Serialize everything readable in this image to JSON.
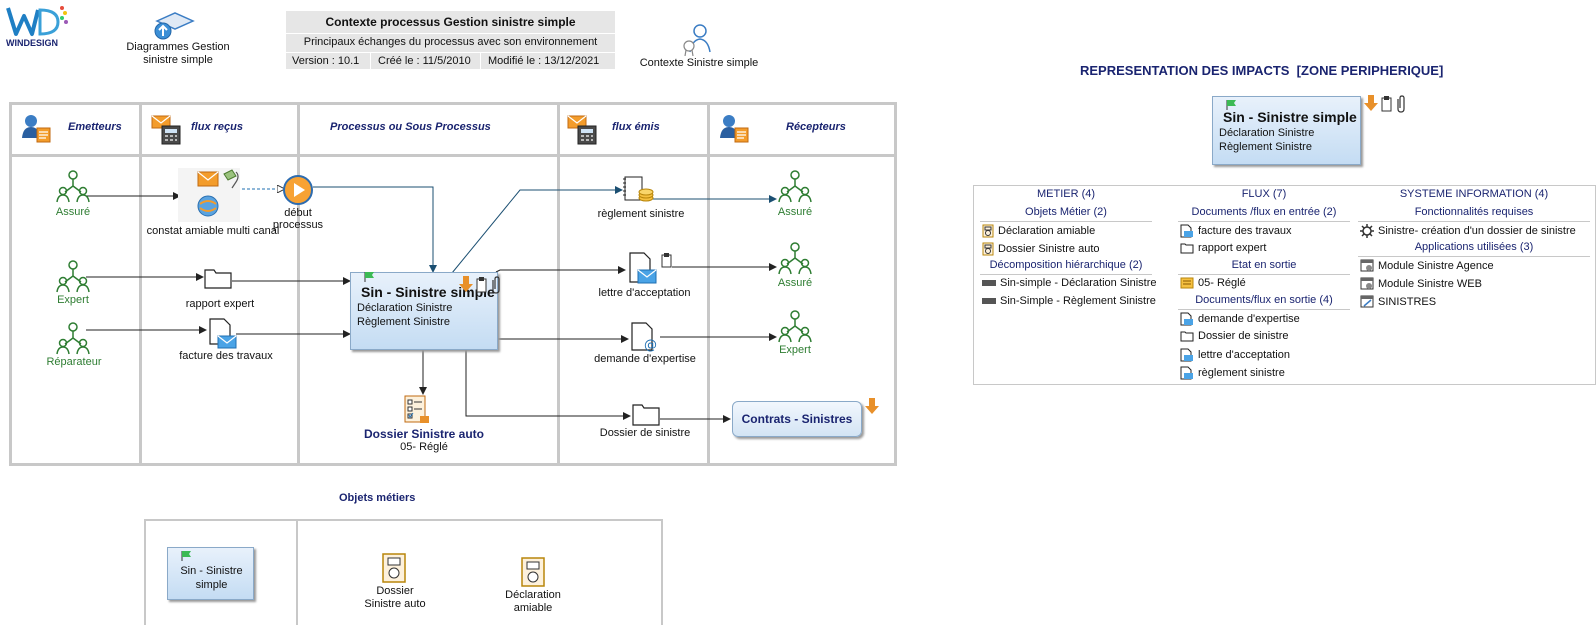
{
  "logo": {
    "text": "WINDESIGN"
  },
  "header": {
    "diagrammes_line1": "Diagrammes Gestion",
    "diagrammes_line2": "sinistre simple",
    "box_title": "Contexte processus Gestion sinistre simple",
    "box_subtitle": "Principaux échanges du processus avec son environnement",
    "version": "Version : 10.1",
    "cree": "Créé le : 11/5/2010",
    "modifie": "Modifié le : 13/12/2021",
    "contexte": "Contexte Sinistre simple"
  },
  "lanes": {
    "emetteurs": "Emetteurs",
    "flux_recus": "flux reçus",
    "processus": "Processus ou Sous Processus",
    "flux_emis": "flux émis",
    "recepteurs": "Récepteurs"
  },
  "actors": {
    "assure_in": "Assuré",
    "expert_in": "Expert",
    "reparateur": "Réparateur",
    "assure_out1": "Assuré",
    "assure_out2": "Assuré",
    "expert_out": "Expert"
  },
  "flows_in": {
    "constat": "constat amiable multi canal",
    "debut_line1": "début",
    "debut_line2": "processus",
    "rapport": "rapport expert",
    "facture": "facture des travaux"
  },
  "process": {
    "title": "Sin - Sinistre simple",
    "line1": "Déclaration Sinistre",
    "line2": "Règlement Sinistre"
  },
  "dossier": {
    "title": "Dossier Sinistre auto",
    "state": "05- Réglé"
  },
  "flows_out": {
    "reglement": "règlement sinistre",
    "lettre": "lettre d'acceptation",
    "demande": "demande d'expertise",
    "dossier_sinistre": "Dossier de sinistre"
  },
  "contrats": "Contrats - Sinistres",
  "impacts": {
    "title": "REPRESENTATION DES IMPACTS  [ZONE PERIPHERIQUE]",
    "process_title": "Sin - Sinistre simple",
    "process_line1": "Déclaration Sinistre",
    "process_line2": "Règlement Sinistre",
    "metier": {
      "header": "METIER (4)",
      "objets_header": "Objets Métier (2)",
      "objets": [
        "Déclaration amiable",
        "Dossier Sinistre auto"
      ],
      "decomp_header": "Décomposition hiérarchique (2)",
      "decomp": [
        "Sin-simple - Déclaration Sinistre",
        "Sin-Simple - Règlement Sinistre"
      ]
    },
    "flux": {
      "header": "FLUX (7)",
      "entree_header": "Documents /flux en entrée (2)",
      "entree": [
        "facture des travaux",
        "rapport expert"
      ],
      "etat_header": "Etat en sortie",
      "etat": [
        "05- Réglé"
      ],
      "sortie_header": "Documents/flux en sortie (4)",
      "sortie": [
        "demande d'expertise",
        "Dossier de sinistre",
        "lettre d'acceptation",
        "règlement sinistre"
      ]
    },
    "si": {
      "header": "SYSTEME INFORMATION (4)",
      "fonct_header": "Fonctionnalités requises",
      "fonct": [
        "Sinistre- création d'un dossier de sinistre"
      ],
      "apps_header": "Applications utilisées (3)",
      "apps": [
        "Module Sinistre Agence",
        "Module Sinistre WEB",
        "SINISTRES"
      ]
    }
  },
  "objets_metiers": {
    "title": "Objets métiers",
    "sin_line1": "Sin - Sinistre",
    "sin_line2": "simple",
    "dossier_line1": "Dossier",
    "dossier_line2": "Sinistre auto",
    "declaration_line1": "Déclaration",
    "declaration_line2": "amiable"
  },
  "colors": {
    "navy": "#1a2470",
    "green": "#2e7d32",
    "arrow_orange": "#e8902a",
    "process_blue": "#c4dcf3"
  }
}
